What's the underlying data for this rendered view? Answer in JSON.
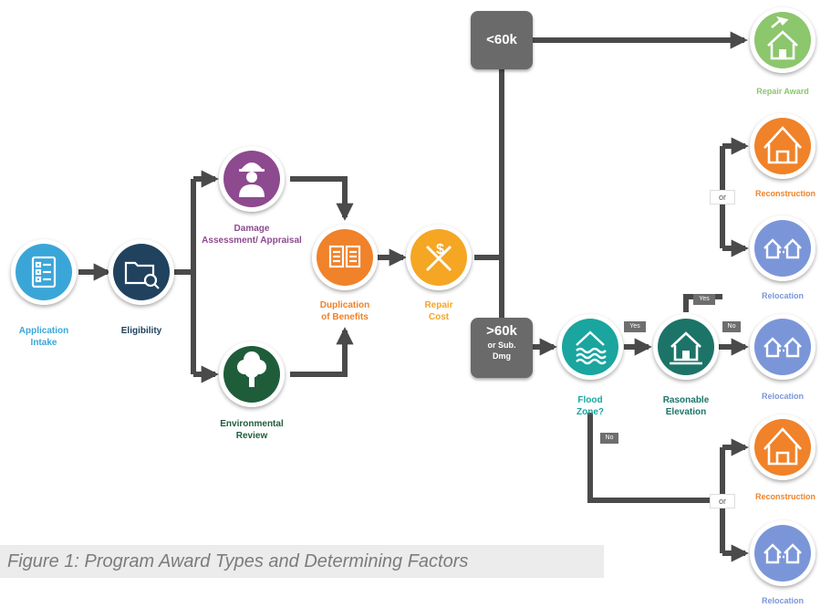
{
  "nodes": {
    "application_intake": {
      "line1": "Application",
      "line2": "Intake"
    },
    "eligibility": {
      "line1": "Eligibility"
    },
    "damage_assessment": {
      "line1": "Damage",
      "line2": "Assessment/ Appraisal"
    },
    "environmental_review": {
      "line1": "Environmental",
      "line2": "Review"
    },
    "duplication_of_benefits": {
      "line1": "Duplication",
      "line2": "of Benefits"
    },
    "repair_cost": {
      "line1": "Repair",
      "line2": "Cost"
    },
    "flood_zone": {
      "line1": "Flood",
      "line2": "Zone?"
    },
    "reasonable_elevation": {
      "line1": "Rasonable",
      "line2": "Elevation"
    },
    "repair_award": {
      "line1": "Repair Award"
    },
    "reconstruction_top": {
      "line1": "Reconstruction"
    },
    "relocation_1": {
      "line1": "Relocation"
    },
    "relocation_2": {
      "line1": "Relocation"
    },
    "reconstruction_bottom": {
      "line1": "Reconstruction"
    },
    "relocation_3": {
      "line1": "Relocation"
    }
  },
  "decisions": {
    "under_60k": {
      "line1": "<60k"
    },
    "over_60k": {
      "line1": ">60k",
      "line2": "or Sub.",
      "line3": "Dmg"
    }
  },
  "edge_tags": {
    "flood_yes": "Yes",
    "elevation_yes": "Yes",
    "elevation_no": "No",
    "flood_no": "No",
    "or_top": "or",
    "or_bottom": "or"
  },
  "caption": "Figure 1: Program Award Types and Determining Factors",
  "colors": {
    "teal_blue": "#3aa6d8",
    "navy": "#20425e",
    "purple": "#8d4a8f",
    "dark_green": "#1f5d3a",
    "orange": "#f0822a",
    "amber": "#f5a623",
    "sea_teal": "#1aa59f",
    "green_teal": "#1c7468",
    "light_green": "#8cc66d",
    "periwinkle": "#7b96d8",
    "arrow_gray": "#4a4a4a",
    "decision_gray": "#6a6a6a"
  },
  "icons": {
    "application_intake": "checklist-icon",
    "eligibility": "folder-search-icon",
    "damage_assessment": "worker-icon",
    "environmental_review": "tree-icon",
    "duplication_of_benefits": "documents-icon",
    "repair_cost": "tools-dollar-icon",
    "flood_zone": "flood-house-icon",
    "reasonable_elevation": "house-icon",
    "repair_award": "house-hammer-icon",
    "reconstruction": "house-reconstruction-icon",
    "relocation": "two-houses-icon"
  }
}
